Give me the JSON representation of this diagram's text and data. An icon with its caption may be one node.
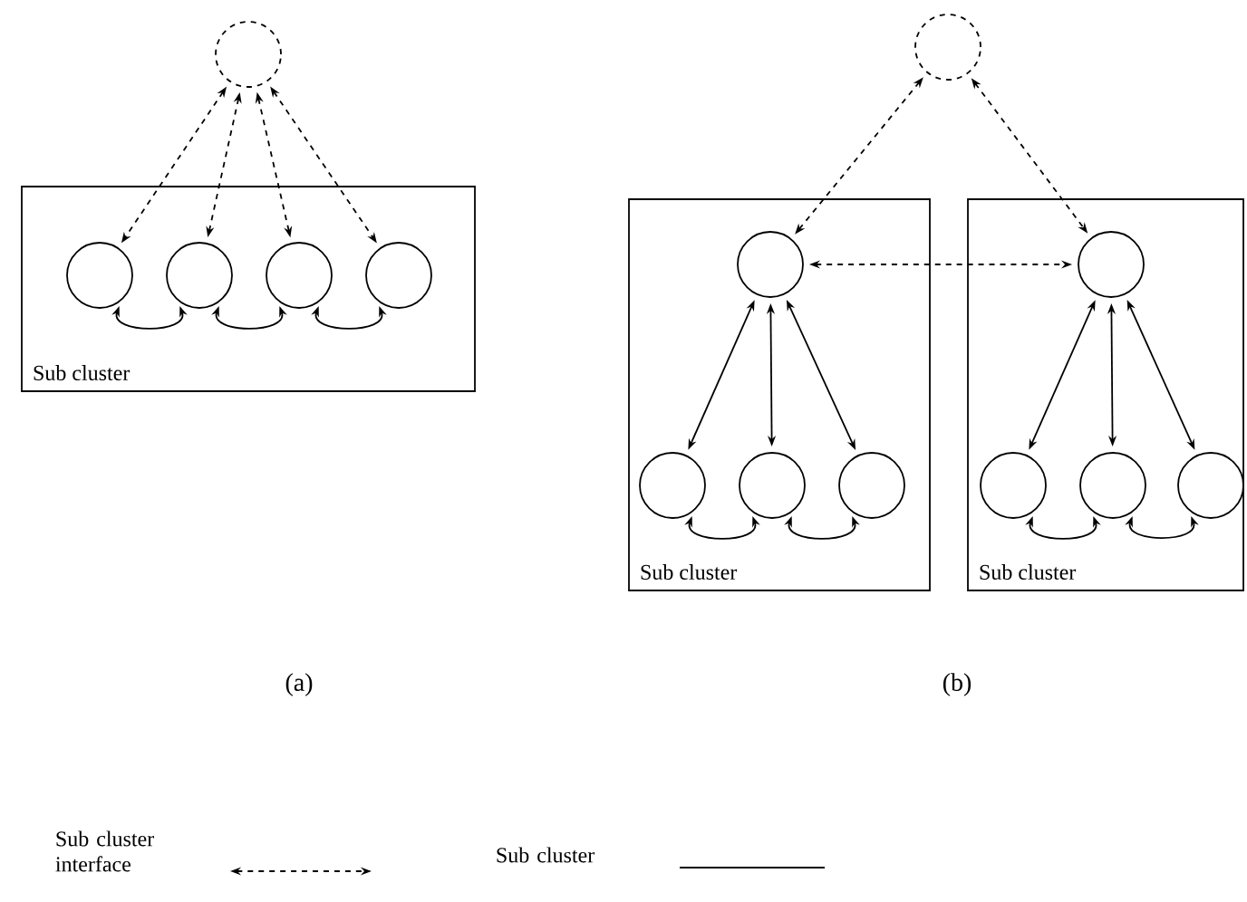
{
  "diagram": {
    "nodes": [
      {
        "text": [],
        "shape": "circle"
      },
      {
        "text": [
          "Sub cluster"
        ]
      },
      {
        "text": [],
        "shape": "circle",
        "in": 1
      },
      {
        "text": [],
        "shape": "circle",
        "in": 1
      },
      {
        "text": [],
        "shape": "circle",
        "in": 1
      },
      {
        "text": [],
        "shape": "circle",
        "in": 1
      },
      {
        "text": [],
        "shape": "circle"
      },
      {
        "text": [
          "Sub cluster"
        ]
      },
      {
        "text": [
          "Sub cluster"
        ]
      },
      {
        "text": [],
        "shape": "circle",
        "in": 7
      },
      {
        "text": [],
        "shape": "circle",
        "in": 7
      },
      {
        "text": [],
        "shape": "circle",
        "in": 7
      },
      {
        "text": [],
        "shape": "circle",
        "in": 7
      },
      {
        "text": [],
        "shape": "circle",
        "in": 8
      },
      {
        "text": [],
        "shape": "circle",
        "in": 8
      },
      {
        "text": [],
        "shape": "circle",
        "in": 8
      },
      {
        "text": [],
        "shape": "circle",
        "in": 8
      }
    ],
    "edges": [
      {
        "from": 0,
        "to": 2,
        "arrow": "both",
        "style": "dashed"
      },
      {
        "from": 0,
        "to": 3,
        "arrow": "both",
        "style": "dashed"
      },
      {
        "from": 0,
        "to": 4,
        "arrow": "both",
        "style": "dashed"
      },
      {
        "from": 0,
        "to": 5,
        "arrow": "both",
        "style": "dashed"
      },
      {
        "from": 2,
        "to": 3,
        "arrow": "both"
      },
      {
        "from": 3,
        "to": 4,
        "arrow": "both"
      },
      {
        "from": 4,
        "to": 5,
        "arrow": "both"
      },
      {
        "from": 6,
        "to": 9,
        "arrow": "both",
        "style": "dashed"
      },
      {
        "from": 6,
        "to": 13,
        "arrow": "both",
        "style": "dashed"
      },
      {
        "from": 9,
        "to": 13,
        "arrow": "both",
        "style": "dashed"
      },
      {
        "from": 9,
        "to": 10,
        "arrow": "both"
      },
      {
        "from": 9,
        "to": 11,
        "arrow": "both"
      },
      {
        "from": 9,
        "to": 12,
        "arrow": "both"
      },
      {
        "from": 10,
        "to": 11,
        "arrow": "both"
      },
      {
        "from": 11,
        "to": 12,
        "arrow": "both"
      },
      {
        "from": 13,
        "to": 14,
        "arrow": "both"
      },
      {
        "from": 13,
        "to": 15,
        "arrow": "both"
      },
      {
        "from": 13,
        "to": 16,
        "arrow": "both"
      },
      {
        "from": 14,
        "to": 15,
        "arrow": "both"
      },
      {
        "from": 15,
        "to": 16,
        "arrow": "both"
      }
    ],
    "labels": [
      "(a)",
      "(b)"
    ],
    "legend": [
      {
        "text": "Sub cluster interface"
      },
      {
        "text": "Sub cluster"
      }
    ]
  }
}
